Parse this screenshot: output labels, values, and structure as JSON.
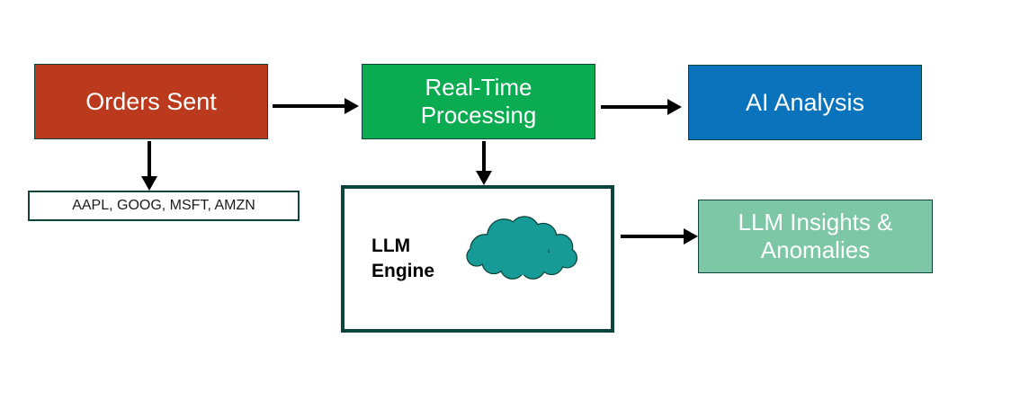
{
  "nodes": {
    "orders_sent": {
      "label": "Orders Sent",
      "fill": "#bb3a1e",
      "text_color": "#ffffff"
    },
    "tickers": {
      "label": "AAPL, GOOG, MSFT, AMZN",
      "fill": "#ffffff",
      "text_color": "#1b1b1b"
    },
    "realtime_processing": {
      "label": "Real-Time Processing",
      "fill": "#0bab52",
      "text_color": "#ffffff"
    },
    "ai_analysis": {
      "label": "AI Analysis",
      "fill": "#0a73bc",
      "text_color": "#ffffff"
    },
    "llm_engine": {
      "label": "LLM Engine",
      "fill": "#ffffff",
      "text_color": "#000000",
      "cloud_color": "#179b97"
    },
    "llm_insights": {
      "label": "LLM Insights & Anomalies",
      "fill": "#7dc7a6",
      "text_color": "#ffffff"
    }
  },
  "edges": [
    {
      "from": "orders_sent",
      "to": "realtime_processing",
      "direction": "right"
    },
    {
      "from": "realtime_processing",
      "to": "ai_analysis",
      "direction": "right"
    },
    {
      "from": "orders_sent",
      "to": "tickers",
      "direction": "down"
    },
    {
      "from": "realtime_processing",
      "to": "llm_engine",
      "direction": "down"
    },
    {
      "from": "llm_engine",
      "to": "llm_insights",
      "direction": "right"
    }
  ],
  "colors": {
    "background": "#ffffff",
    "border_dark": "#0d453c",
    "arrow": "#000000",
    "cloud_fill": "#179b97",
    "cloud_outline": "#0b3f38"
  }
}
